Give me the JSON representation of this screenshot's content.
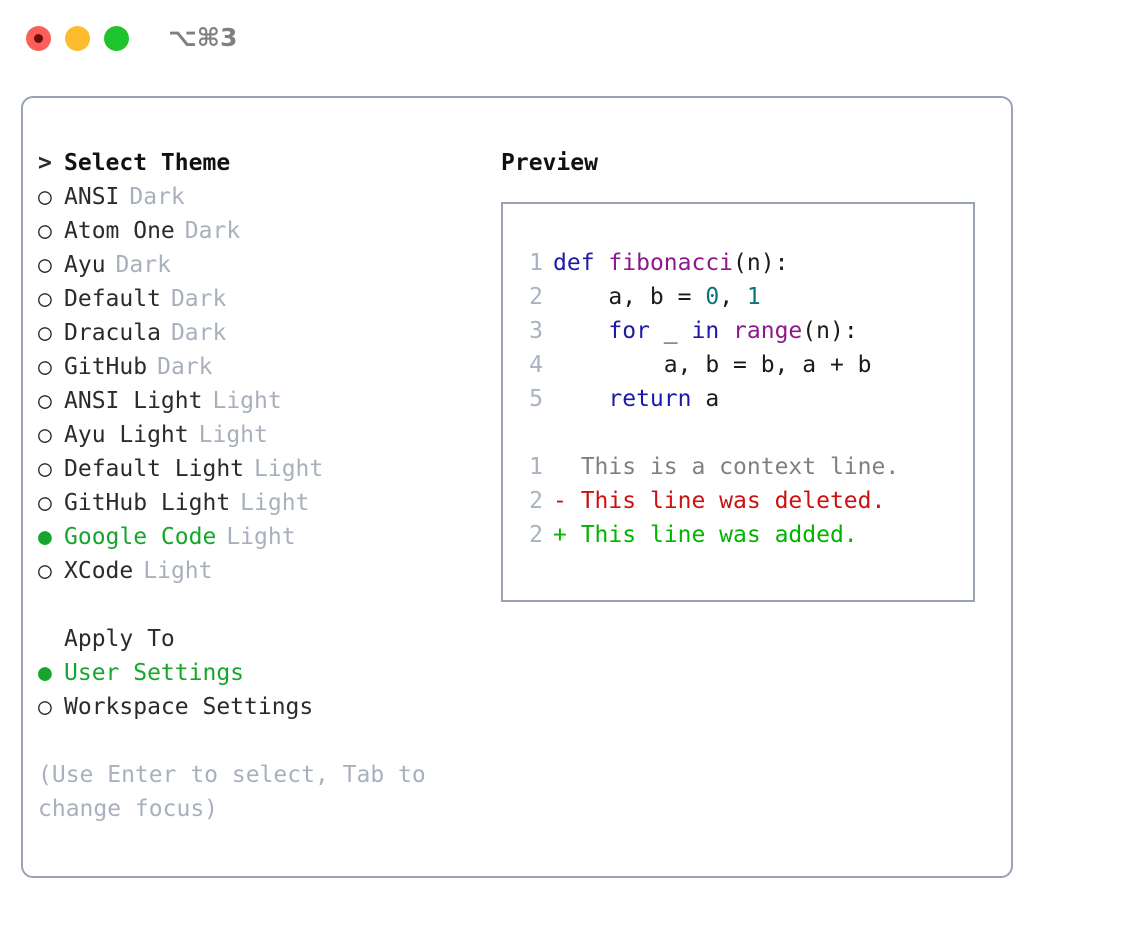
{
  "window": {
    "shortcut_label": "⌥⌘3",
    "traffic_lights": [
      "close-recording",
      "minimize",
      "maximize"
    ]
  },
  "left_panel": {
    "header": {
      "prefix": ">",
      "label": "Select Theme"
    },
    "themes": [
      {
        "marker": "○",
        "name": "ANSI",
        "variant": "Dark",
        "selected": false
      },
      {
        "marker": "○",
        "name": "Atom One",
        "variant": "Dark",
        "selected": false
      },
      {
        "marker": "○",
        "name": "Ayu",
        "variant": "Dark",
        "selected": false
      },
      {
        "marker": "○",
        "name": "Default",
        "variant": "Dark",
        "selected": false
      },
      {
        "marker": "○",
        "name": "Dracula",
        "variant": "Dark",
        "selected": false
      },
      {
        "marker": "○",
        "name": "GitHub",
        "variant": "Dark",
        "selected": false
      },
      {
        "marker": "○",
        "name": "ANSI Light",
        "variant": "Light",
        "selected": false
      },
      {
        "marker": "○",
        "name": "Ayu Light",
        "variant": "Light",
        "selected": false
      },
      {
        "marker": "○",
        "name": "Default Light",
        "variant": "Light",
        "selected": false
      },
      {
        "marker": "○",
        "name": "GitHub Light",
        "variant": "Light",
        "selected": false
      },
      {
        "marker": "●",
        "name": "Google Code",
        "variant": "Light",
        "selected": true
      },
      {
        "marker": "○",
        "name": "XCode",
        "variant": "Light",
        "selected": false
      }
    ],
    "apply_to": {
      "label": "Apply To",
      "options": [
        {
          "marker": "●",
          "name": "User Settings",
          "selected": true
        },
        {
          "marker": "○",
          "name": "Workspace Settings",
          "selected": false
        }
      ]
    },
    "hint": "(Use Enter to select, Tab to change focus)"
  },
  "right_panel": {
    "title": "Preview",
    "code_lines": [
      {
        "n": "1",
        "tokens": [
          {
            "t": "def",
            "c": "kw"
          },
          {
            "t": " ",
            "c": "pl"
          },
          {
            "t": "fibonacci",
            "c": "fn"
          },
          {
            "t": "(n):",
            "c": "pl"
          }
        ]
      },
      {
        "n": "2",
        "tokens": [
          {
            "t": "    a, b = ",
            "c": "pl"
          },
          {
            "t": "0",
            "c": "num"
          },
          {
            "t": ", ",
            "c": "pl"
          },
          {
            "t": "1",
            "c": "num"
          }
        ]
      },
      {
        "n": "3",
        "tokens": [
          {
            "t": "    ",
            "c": "pl"
          },
          {
            "t": "for",
            "c": "kw"
          },
          {
            "t": " _ ",
            "c": "pl"
          },
          {
            "t": "in",
            "c": "kw"
          },
          {
            "t": " ",
            "c": "pl"
          },
          {
            "t": "range",
            "c": "fn"
          },
          {
            "t": "(n):",
            "c": "pl"
          }
        ]
      },
      {
        "n": "4",
        "tokens": [
          {
            "t": "        a, b = b, a + b",
            "c": "pl"
          }
        ]
      },
      {
        "n": "5",
        "tokens": [
          {
            "t": "    ",
            "c": "pl"
          },
          {
            "t": "return",
            "c": "kw"
          },
          {
            "t": " a",
            "c": "pl"
          }
        ]
      }
    ],
    "diff_lines": [
      {
        "n": "1",
        "sign": " ",
        "text": " This is a context line.",
        "kind": "diff-ctx"
      },
      {
        "n": "2",
        "sign": "-",
        "text": " This line was deleted.",
        "kind": "diff-del"
      },
      {
        "n": "2",
        "sign": "+",
        "text": " This line was added.",
        "kind": "diff-add"
      }
    ]
  },
  "colors": {
    "accent_green": "#16a62e",
    "muted": "#a9b0bd",
    "border": "#9aa3b4",
    "keyword": "#1b1aa8",
    "function": "#8c1a8c",
    "number": "#0d7377",
    "diff_added": "#00b400",
    "diff_deleted": "#cc1111",
    "diff_context": "#808080"
  }
}
